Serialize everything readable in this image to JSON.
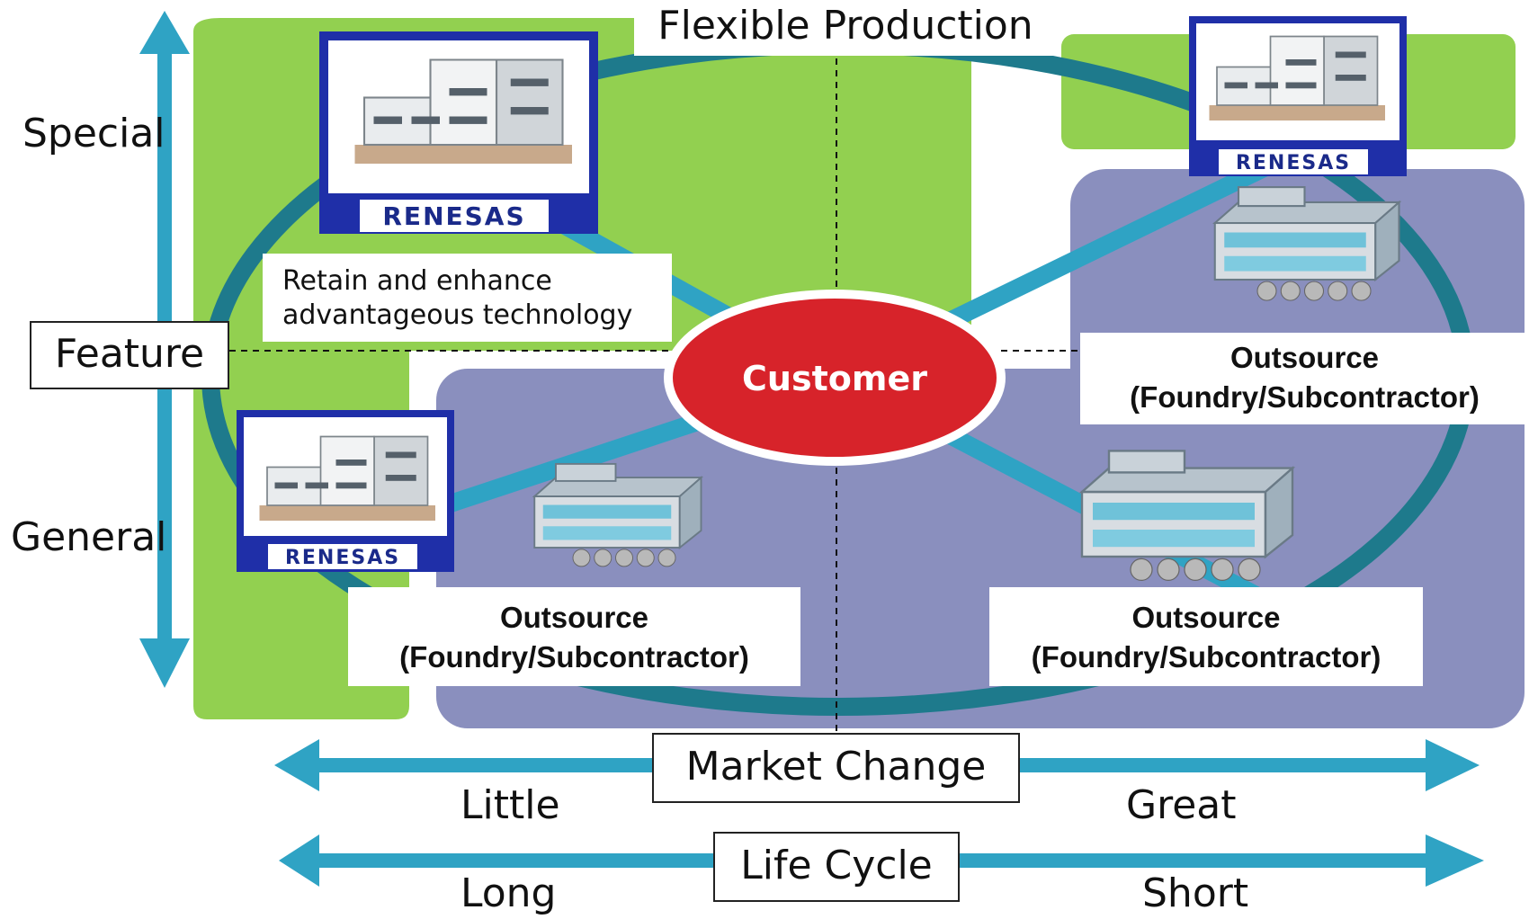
{
  "title": "Flexible Production",
  "vertical_axis": {
    "name": "Feature",
    "top": "Special",
    "bottom": "General"
  },
  "market_axis": {
    "name": "Market Change",
    "left": "Little",
    "right": "Great"
  },
  "lifecycle_axis": {
    "name": "Life Cycle",
    "left": "Long",
    "right": "Short"
  },
  "center": {
    "label": "Customer"
  },
  "brand": {
    "logo": "RENESAS"
  },
  "retain_note": {
    "line1": "Retain and enhance",
    "line2": "advantageous technology"
  },
  "outsource_right": {
    "line1": "Outsource",
    "line2": "(Foundry/Subcontractor)"
  },
  "outsource_bottom_left": {
    "line1": "Outsource",
    "line2": "(Foundry/Subcontractor)"
  },
  "outsource_bottom_right": {
    "line1": "Outsource",
    "line2": "(Foundry/Subcontractor)"
  },
  "colors": {
    "green": "#92D050",
    "purple": "#8A8FBE",
    "ring": "#1E7A8C",
    "spoke": "#2FA3C4",
    "arrow": "#2FA3C4",
    "customer": "#D7232A",
    "frame_blue": "#1F2FA8"
  }
}
